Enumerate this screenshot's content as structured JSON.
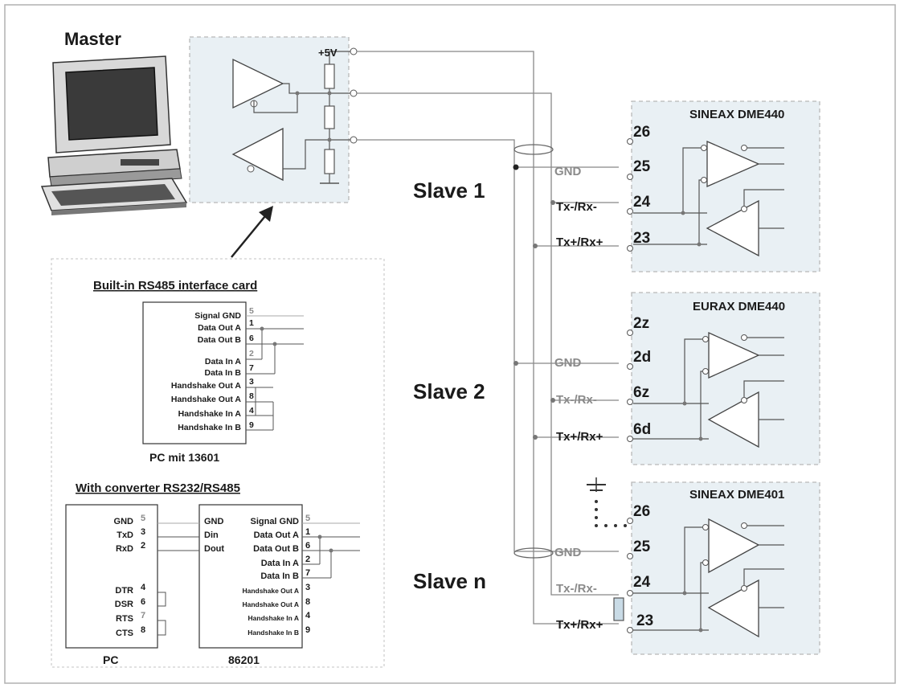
{
  "master": {
    "title": "Master"
  },
  "interface_board": {
    "supply_label": "+5V"
  },
  "slaves": {
    "slave1": {
      "label": "Slave 1",
      "device": "SINEAX DME440",
      "terminals": [
        "26",
        "25",
        "24",
        "23"
      ],
      "signals": [
        "GND",
        "Tx-/Rx-",
        "Tx+/Rx+"
      ]
    },
    "slave2": {
      "label": "Slave 2",
      "device": "EURAX DME440",
      "terminals": [
        "2z",
        "2d",
        "6z",
        "6d"
      ],
      "signals": [
        "GND",
        "Tx-/Rx-",
        "Tx+/Rx+"
      ]
    },
    "slaven": {
      "label": "Slave n",
      "device": "SINEAX DME401",
      "terminals": [
        "26",
        "25",
        "24",
        "23"
      ],
      "signals": [
        "GND",
        "Tx-/Rx-",
        "Tx+/Rx+"
      ]
    }
  },
  "builtin_card": {
    "title": "Built-in RS485 interface card",
    "caption": "PC mit 13601",
    "pins": [
      {
        "label": "Signal GND",
        "pin": "5"
      },
      {
        "label": "Data Out A",
        "pin": "1"
      },
      {
        "label": "Data Out B",
        "pin": "6"
      },
      {
        "label": "Data In A",
        "pin": "2"
      },
      {
        "label": "Data In B",
        "pin": "7"
      },
      {
        "label": "Handshake Out A",
        "pin": "3"
      },
      {
        "label": "Handshake Out A",
        "pin": "8"
      },
      {
        "label": "Handshake In A",
        "pin": "4"
      },
      {
        "label": "Handshake In B",
        "pin": "9"
      }
    ]
  },
  "converter": {
    "title": "With converter RS232/RS485",
    "pc_caption": "PC",
    "conv_caption": "86201",
    "pc_pins": [
      {
        "label": "GND",
        "pin": "5"
      },
      {
        "label": "TxD",
        "pin": "3"
      },
      {
        "label": "RxD",
        "pin": "2"
      },
      {
        "label": "DTR",
        "pin": "4"
      },
      {
        "label": "DSR",
        "pin": "6"
      },
      {
        "label": "RTS",
        "pin": "7"
      },
      {
        "label": "CTS",
        "pin": "8"
      }
    ],
    "conv_left": [
      "GND",
      "Din",
      "Dout"
    ],
    "conv_pins": [
      {
        "label": "Signal GND",
        "pin": "5"
      },
      {
        "label": "Data Out A",
        "pin": "1"
      },
      {
        "label": "Data Out B",
        "pin": "6"
      },
      {
        "label": "Data In A",
        "pin": "2"
      },
      {
        "label": "Data In B",
        "pin": "7"
      },
      {
        "label": "Handshake Out A",
        "pin": "3"
      },
      {
        "label": "Handshake Out A",
        "pin": "8"
      },
      {
        "label": "Handshake In A",
        "pin": "4"
      },
      {
        "label": "Handshake In B",
        "pin": "9"
      }
    ]
  }
}
